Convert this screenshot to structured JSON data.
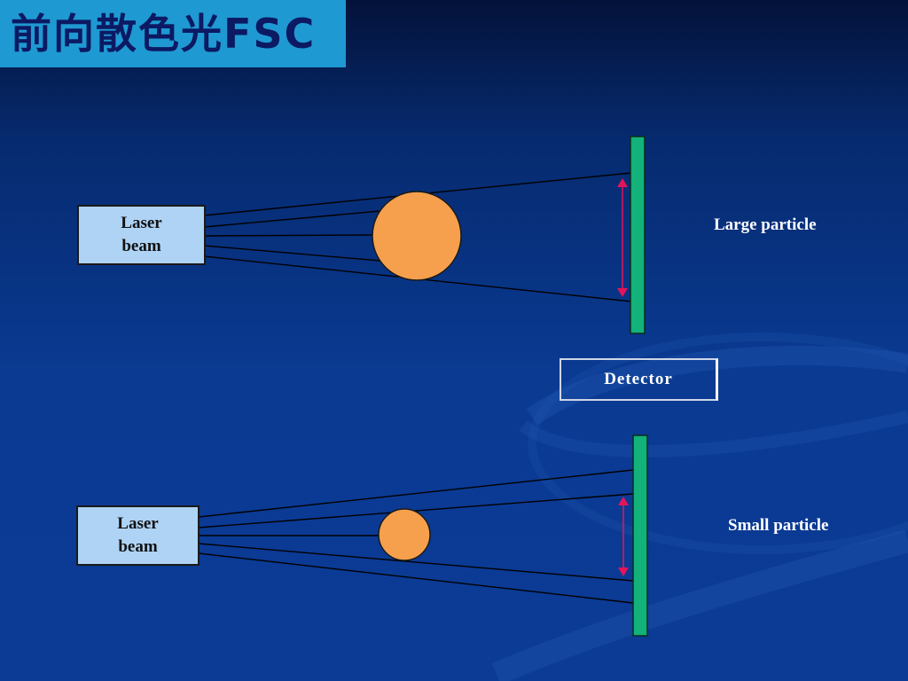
{
  "title": "前向散色光FSC",
  "top_diagram": {
    "laser_line1": "Laser",
    "laser_line2": "beam",
    "particle_label": "Large particle"
  },
  "detector_label": "Detector",
  "bottom_diagram": {
    "laser_line1": "Laser",
    "laser_line2": "beam",
    "particle_label": "Small particle"
  },
  "colors": {
    "title_bg": "#1f99d2",
    "title_text": "#0b1a63",
    "laser_box": "#aed3f5",
    "particle": "#f6a04d",
    "screen": "#12b27a",
    "arrow": "#e4145a"
  }
}
